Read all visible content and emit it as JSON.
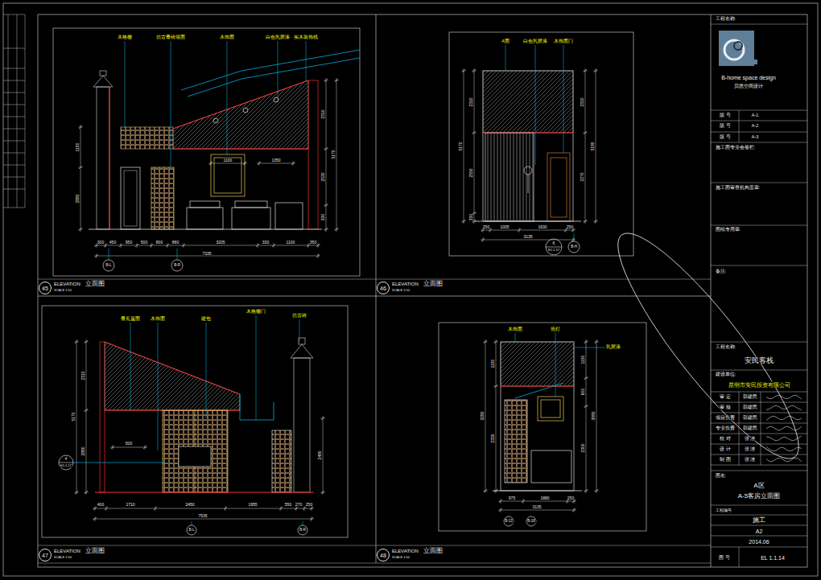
{
  "diagram": {
    "nodes": [
      {
        "text": [
          "45",
          "ELEVATION",
          "立面图",
          "SCALE 1:50"
        ]
      },
      {
        "text": [
          "46",
          "ELEVATION",
          "立面图",
          "SCALE 1:50"
        ]
      },
      {
        "text": [
          "47",
          "ELEVATION",
          "立面图",
          "SCALE 1:50"
        ]
      },
      {
        "text": [
          "48",
          "ELEVATION",
          "立面图",
          "SCALE 1:50"
        ]
      }
    ],
    "labels": [
      "木格栅",
      "仿古青砖墙面",
      "木饰面",
      "白色乳胶漆",
      "实木装饰线",
      "300",
      "450",
      "950",
      "500",
      "800",
      "880",
      "3205",
      "330",
      "1100",
      "350",
      "7335",
      "1150",
      "2880",
      "2310",
      "2530",
      "330",
      "5170",
      "1100",
      "1350",
      "B-L",
      "B-R",
      "A面",
      "白色乳胶漆",
      "木饰面门",
      "2310",
      "2550",
      "330",
      "5170",
      "2310",
      "2270",
      "5190",
      "250",
      "1005",
      "1630",
      "250",
      "3135",
      "6",
      "E1.1.17",
      "B-H",
      "青瓦屋面",
      "木饰面",
      "硬包",
      "木格栅门",
      "仿古砖",
      "2310",
      "5170",
      "2880",
      "2490",
      "500",
      "4",
      "E1.1.17",
      "400",
      "1710",
      "2450",
      "1955",
      "550",
      "270",
      "250",
      "7535",
      "B-L",
      "B-R",
      "木饰面",
      "筒灯",
      "乳胶漆",
      "1150",
      "2330",
      "3280",
      "1150",
      "600",
      "2300",
      "3990",
      "975",
      "1880",
      "250",
      "3135",
      "B-13",
      "B-18",
      "工程名称:",
      "B-home space design",
      "贝恩空间设计",
      "版 号",
      "A-1",
      "版 号",
      "A-2",
      "版 号",
      "A-3",
      "施工图专业会签栏:",
      "施工图审查机构盖章:",
      "图纸专用章:",
      "备注:",
      "工程名称:",
      "安民客栈",
      "建设单位:",
      "昆明市安民投资有限公司",
      "审 定",
      "审 核",
      "项目负责",
      "专业负责",
      "校 对",
      "设 计",
      "制 图",
      "邵建民",
      "邵建民",
      "邵建民",
      "邵建民",
      "张 洁",
      "张 洁",
      "张 洁",
      "图名:",
      "A区",
      "A-5客房立面图",
      "工程编号",
      "施工",
      "A2",
      "2014.06",
      "图 号",
      "EL 1.1.14"
    ]
  }
}
